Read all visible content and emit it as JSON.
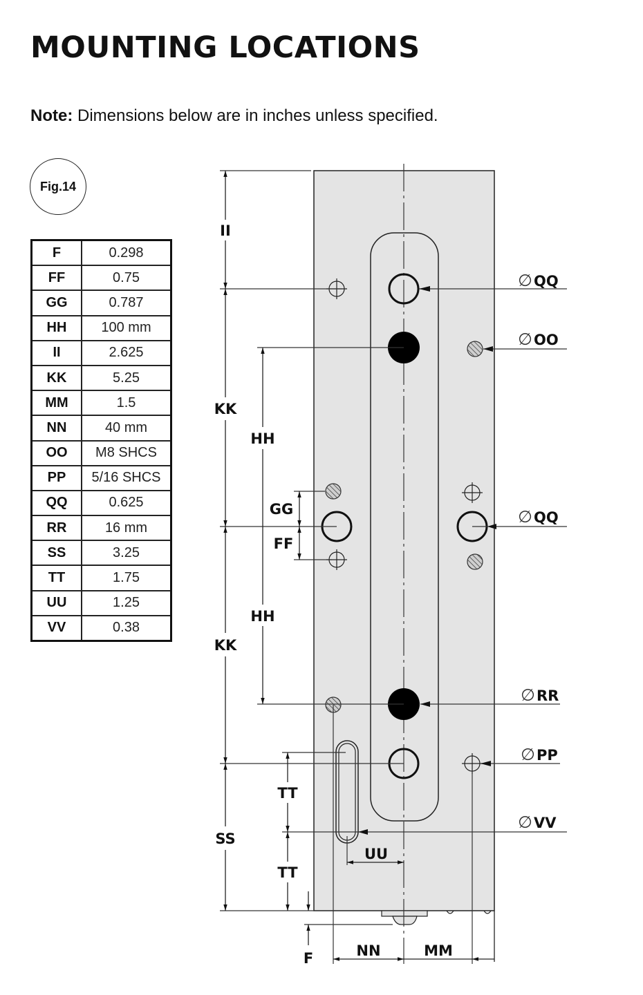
{
  "header": {
    "title": "MOUNTING LOCATIONS",
    "note_label": "Note:",
    "note_text": " Dimensions below are in inches unless specified."
  },
  "figure": {
    "badge": "Fig.14"
  },
  "dimensions_table": [
    {
      "key": "F",
      "value": "0.298"
    },
    {
      "key": "FF",
      "value": "0.75"
    },
    {
      "key": "GG",
      "value": "0.787"
    },
    {
      "key": "HH",
      "value": "100 mm"
    },
    {
      "key": "II",
      "value": "2.625"
    },
    {
      "key": "KK",
      "value": "5.25"
    },
    {
      "key": "MM",
      "value": "1.5"
    },
    {
      "key": "NN",
      "value": "40 mm"
    },
    {
      "key": "OO",
      "value": "M8 SHCS"
    },
    {
      "key": "PP",
      "value": "5/16 SHCS"
    },
    {
      "key": "QQ",
      "value": "0.625"
    },
    {
      "key": "RR",
      "value": "16 mm"
    },
    {
      "key": "SS",
      "value": "3.25"
    },
    {
      "key": "TT",
      "value": "1.75"
    },
    {
      "key": "UU",
      "value": "1.25"
    },
    {
      "key": "VV",
      "value": "0.38"
    }
  ],
  "drawing": {
    "diameter_symbol": "∅",
    "callouts": {
      "qq_top": "QQ",
      "oo": "OO",
      "qq_mid": "QQ",
      "rr": "RR",
      "pp": "PP",
      "vv": "VV"
    },
    "dimension_labels": {
      "ii": "II",
      "kk_top": "KK",
      "hh_top": "HH",
      "gg": "GG",
      "ff": "FF",
      "hh_bottom": "HH",
      "kk_bottom": "KK",
      "tt_top": "TT",
      "ss": "SS",
      "tt_bottom": "TT",
      "uu": "UU",
      "f": "F",
      "nn": "NN",
      "mm": "MM"
    },
    "colors": {
      "plate_fill": "#e4e4e4",
      "line": "#222222",
      "solid_hole": "#000000"
    }
  }
}
